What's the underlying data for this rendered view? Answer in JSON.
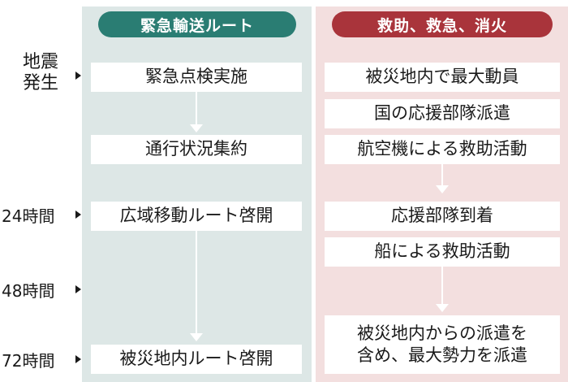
{
  "left_column": {
    "header": "緊急輸送ルート",
    "steps": [
      "緊急点検実施",
      "通行状況集約",
      "広域移動ルート啓開",
      "被災地内ルート啓開"
    ]
  },
  "right_column": {
    "header": "救助、救急、消火",
    "steps": [
      "被災地内で最大動員",
      "国の応援部隊派遣",
      "航空機による救助活動",
      "応援部隊到着",
      "船による救助活動",
      "被災地内からの派遣を含め、最大勢力を派遣"
    ],
    "last_step_lines": [
      "被災地内からの派遣を",
      "含め、最大勢力を派遣"
    ]
  },
  "timeline": {
    "start_lines": [
      "地震",
      "発生"
    ],
    "marks": [
      "24時間",
      "48時間",
      "72時間"
    ]
  },
  "colors": {
    "left_header": "#2a7d73",
    "right_header": "#a9343b",
    "left_bg": "#dde7e6",
    "right_bg": "#f3dfdf"
  }
}
